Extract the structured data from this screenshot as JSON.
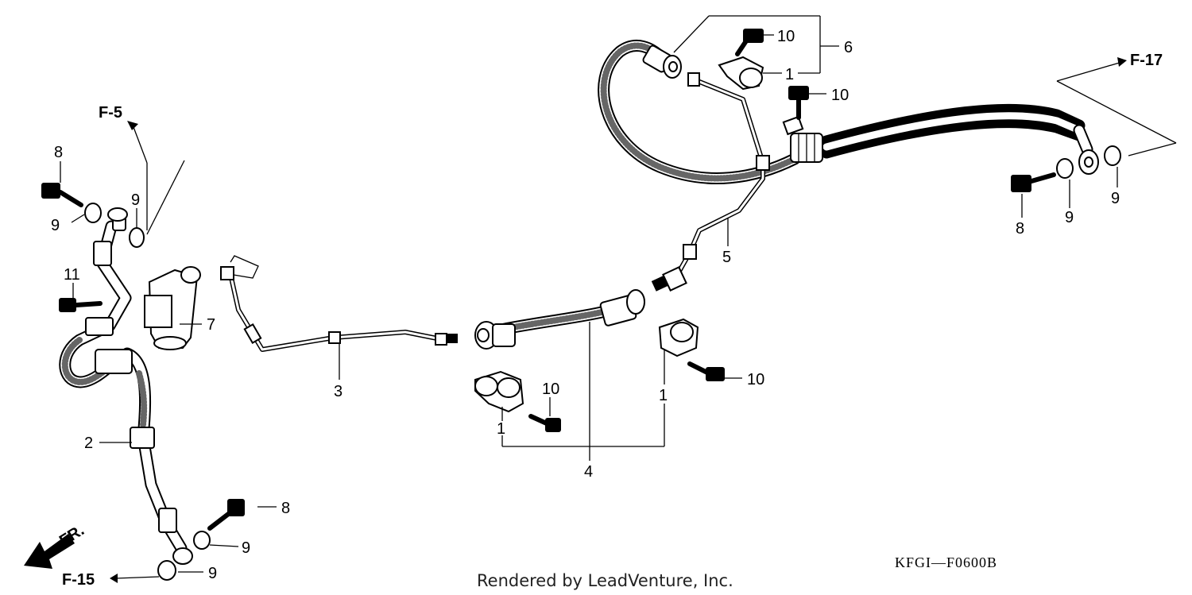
{
  "diagram": {
    "callouts": {
      "c1a": "1",
      "c1b": "1",
      "c1c": "1",
      "c2": "2",
      "c3": "3",
      "c4": "4",
      "c5": "5",
      "c6": "6",
      "c7": "7",
      "c8a": "8",
      "c8b": "8",
      "c8c": "8",
      "c9a": "9",
      "c9b": "9",
      "c9c": "9",
      "c9d": "9",
      "c9e": "9",
      "c9f": "9",
      "c10a": "10",
      "c10b": "10",
      "c10c": "10",
      "c10d": "10",
      "c11": "11"
    },
    "refs": {
      "f5": "F-5",
      "f15": "F-15",
      "f17": "F-17"
    },
    "direction": "FR.",
    "drawing_code": "KFGI—F0600B",
    "credit": "Rendered by LeadVenture, Inc."
  }
}
